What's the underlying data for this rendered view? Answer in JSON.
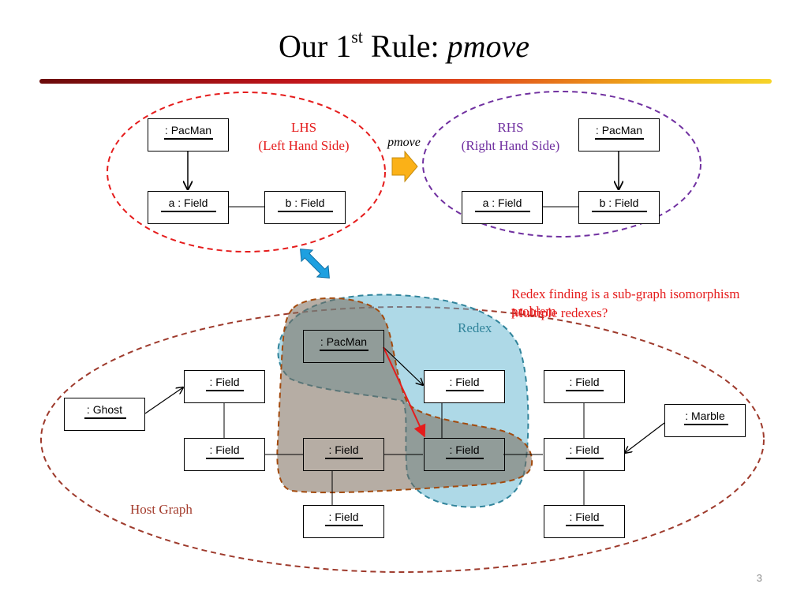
{
  "slide": {
    "title": {
      "prefix": "Our 1",
      "superscript": "st",
      "middle": " Rule: ",
      "italic": "pmove"
    },
    "page_number": "3"
  },
  "lhs": {
    "label": "LHS",
    "sublabel": "(Left Hand Side)",
    "nodes": {
      "pacman": ": PacMan",
      "a_field": "a : Field",
      "b_field": "b : Field"
    }
  },
  "rhs": {
    "label": "RHS",
    "sublabel": "(Right Hand Side)",
    "nodes": {
      "pacman": ": PacMan",
      "a_field": "a : Field",
      "b_field": "b : Field"
    }
  },
  "arrow_label": "pmove",
  "notes": {
    "redex_finding": "Redex finding is a sub-graph isomorphism problem",
    "multiple_redexes": "Multiple redexes?"
  },
  "host": {
    "label": "Host Graph",
    "redex_label": "Redex",
    "nodes": {
      "pacman": ": PacMan",
      "ghost": ": Ghost",
      "marble": ": Marble",
      "field_tl": ": Field",
      "field_tm": ": Field",
      "field_tr": ": Field",
      "field_ml": ": Field",
      "field_mm": ": Field",
      "field_mr": ": Field",
      "field_mrr": ": Field",
      "field_bm": ": Field",
      "field_br": ": Field"
    }
  },
  "colors": {
    "lhs_outline": "#e51c1c",
    "rhs_outline": "#7030a0",
    "host_outline": "#9e3a2c",
    "redex_fill": "#5eb4cf",
    "redex_stroke": "#31849b",
    "match_fill": "#8a7b6b",
    "match_stroke": "#a34a0d",
    "rule_arrow": "#fbb117",
    "double_arrow": "#1ea0e0",
    "move_edge": "#e51c1c"
  }
}
